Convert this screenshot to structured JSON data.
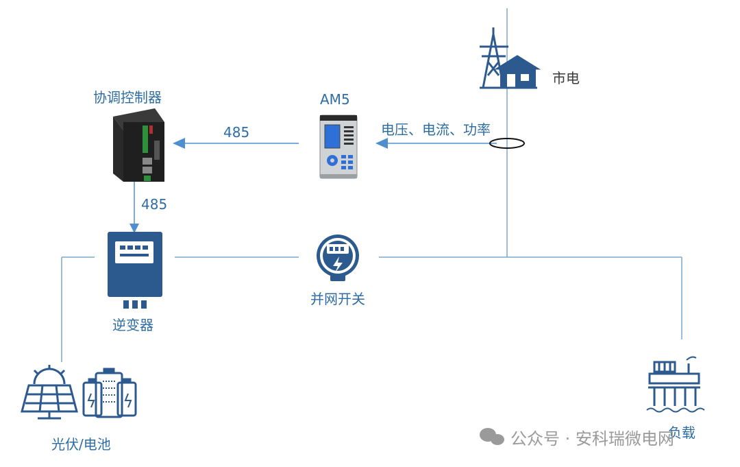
{
  "labels": {
    "grid": "市电",
    "controller": "协调控制器",
    "meter": "AM5",
    "measure": "电压、电流、功率",
    "link_top": "485",
    "link_left": "485",
    "switch": "并网开关",
    "inverter": "逆变器",
    "pv_battery": "光伏/电池",
    "load": "负载"
  },
  "watermark": "公众号 · 安科瑞微电网",
  "colors": {
    "line": "#7aa7cc",
    "arrow": "#4f8fd0",
    "icon": "#2c5a8f",
    "text": "#2e6da4"
  }
}
